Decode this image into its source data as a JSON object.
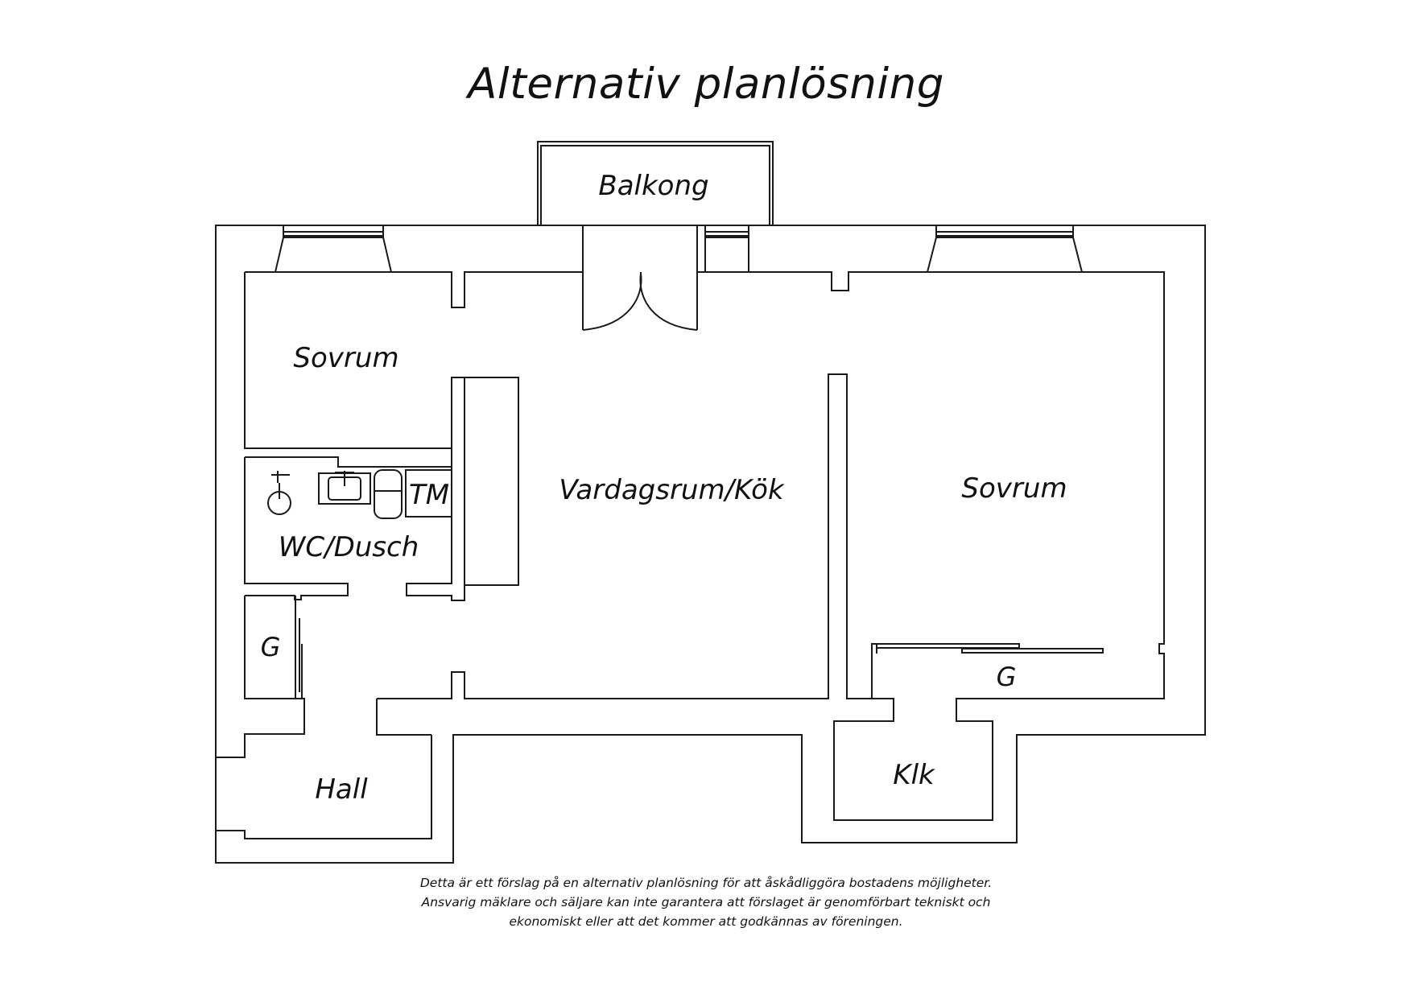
{
  "title": "Alternativ planlösning",
  "rooms": {
    "balkong": "Balkong",
    "sovrum_left": "Sovrum",
    "vardagsrum": "Vardagsrum/Kök",
    "sovrum_right": "Sovrum",
    "tm": "TM",
    "wc": "WC/Dusch",
    "g_left": "G",
    "g_right": "G",
    "hall": "Hall",
    "klk": "Klk"
  },
  "disclaimer": {
    "line1": "Detta är ett förslag på en alternativ planlösning för att åskådliggöra bostadens möjligheter.",
    "line2": "Ansvarig mäklare och säljare kan inte garantera att förslaget är genomförbart tekniskt och",
    "line3": "ekonomiskt eller att det kommer att godkännas av föreningen."
  }
}
